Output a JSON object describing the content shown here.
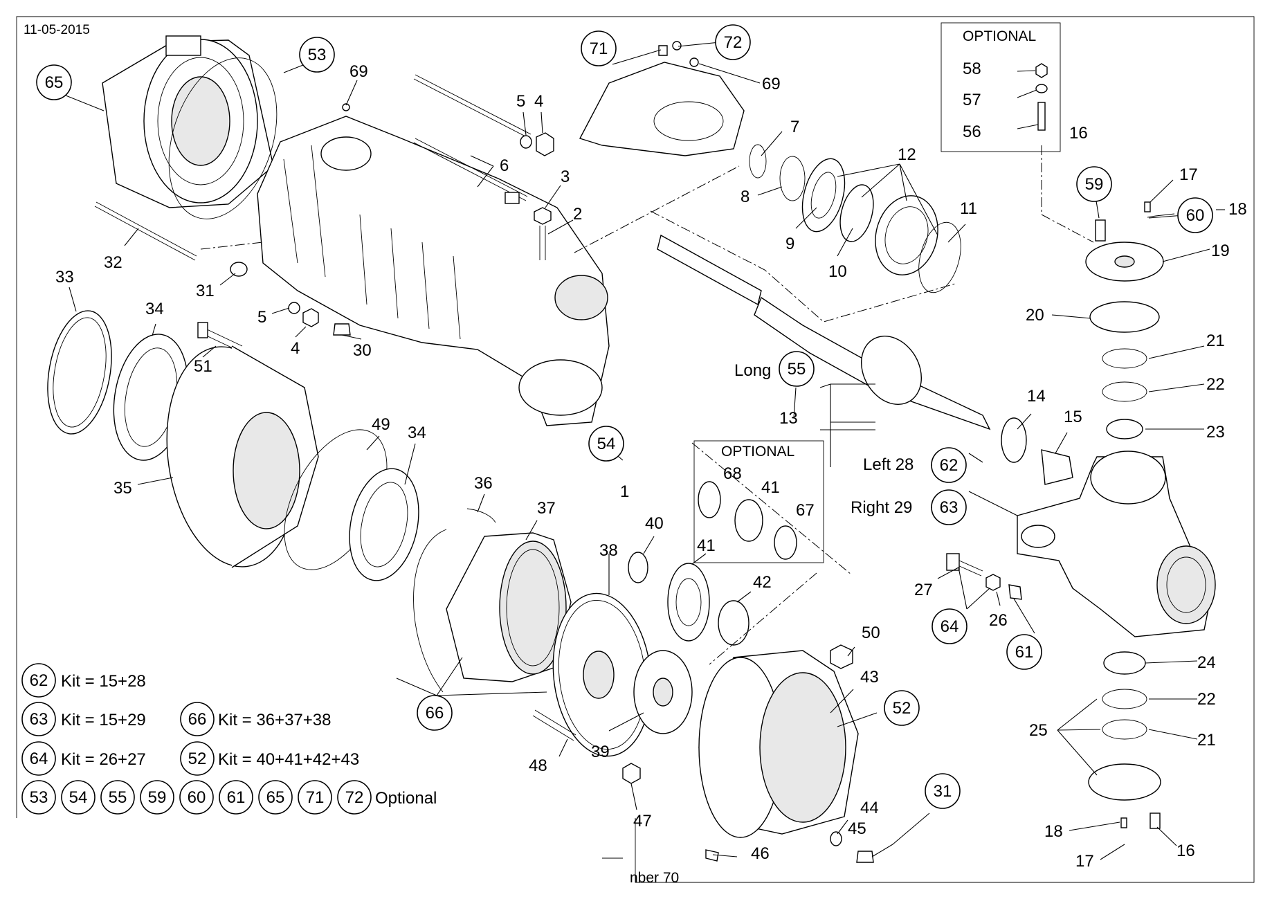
{
  "sheet": {
    "date": "11-05-2015",
    "footer_fragment": "nber 70"
  },
  "optional_boxes": [
    {
      "title": "OPTIONAL",
      "contains": [
        "58",
        "57",
        "56"
      ]
    },
    {
      "title": "OPTIONAL",
      "contains": [
        "68",
        "41",
        "67"
      ]
    }
  ],
  "callouts": {
    "plain": [
      "69",
      "5",
      "4",
      "6",
      "3",
      "2",
      "32",
      "31",
      "5",
      "4",
      "30",
      "33",
      "34",
      "51",
      "35",
      "49",
      "34",
      "36",
      "37",
      "38",
      "40",
      "41",
      "42",
      "48",
      "39",
      "47",
      "1",
      "13",
      "7",
      "8",
      "9",
      "10",
      "11",
      "12",
      "69",
      "58",
      "57",
      "56",
      "16",
      "17",
      "18",
      "19",
      "20",
      "21",
      "22",
      "23",
      "14",
      "15",
      "27",
      "26",
      "24",
      "22",
      "21",
      "25",
      "18",
      "17",
      "16",
      "50",
      "43",
      "44",
      "45",
      "46",
      "68",
      "41",
      "67"
    ],
    "circled": [
      "65",
      "53",
      "54",
      "55",
      "66",
      "71",
      "72",
      "59",
      "60",
      "62",
      "63",
      "64",
      "61",
      "52",
      "31"
    ]
  },
  "inline_labels": {
    "long": "Long",
    "left": "Left 28",
    "right": "Right 29"
  },
  "kits": [
    {
      "id": "62",
      "text": "Kit = 15+28"
    },
    {
      "id": "63",
      "text": "Kit = 15+29"
    },
    {
      "id": "64",
      "text": "Kit = 26+27"
    },
    {
      "id": "66",
      "text": "Kit = 36+37+38"
    },
    {
      "id": "52",
      "text": "Kit = 40+41+42+43"
    }
  ],
  "optional_list": {
    "ids": [
      "53",
      "54",
      "55",
      "59",
      "60",
      "61",
      "65",
      "71",
      "72"
    ],
    "label": "Optional"
  }
}
